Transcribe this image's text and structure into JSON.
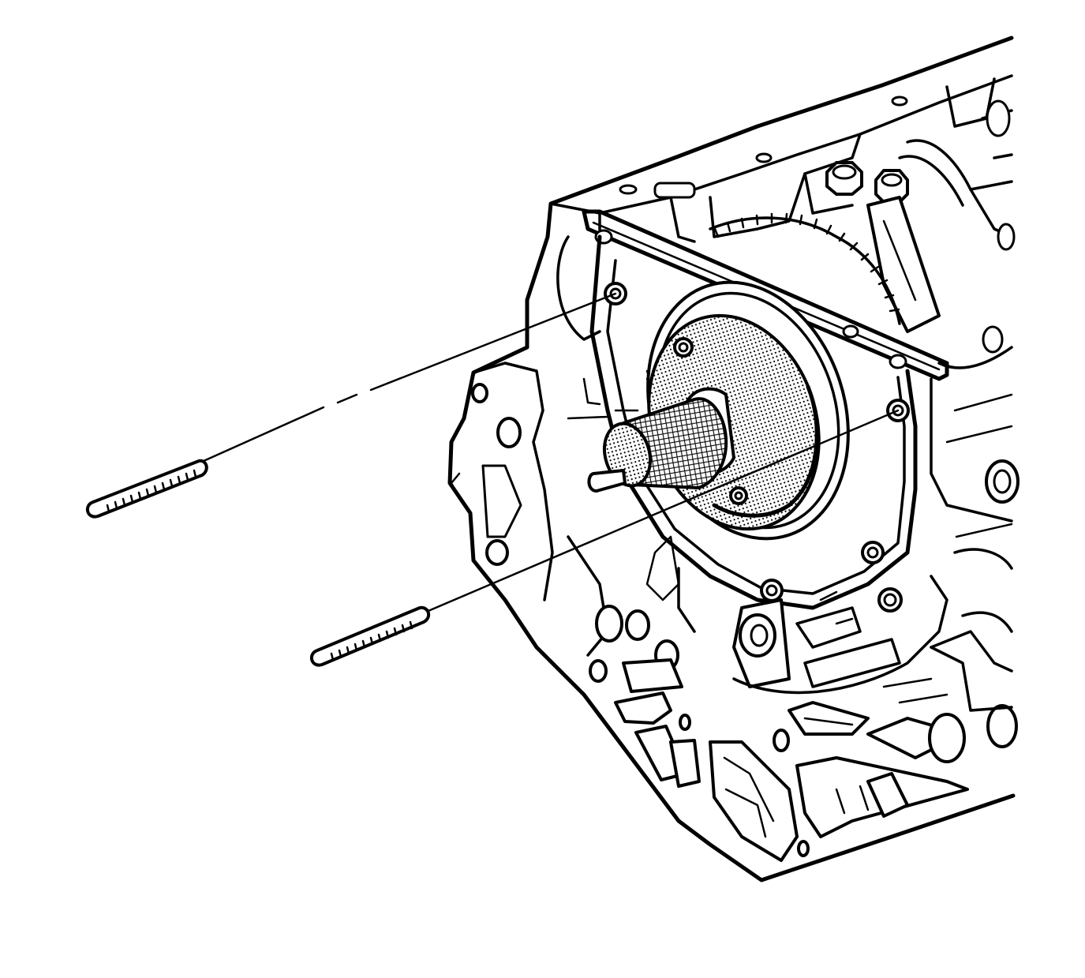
{
  "diagram": {
    "colors": {
      "line": "#000000",
      "background": "#ffffff"
    },
    "parts": [
      {
        "id": "engine-block",
        "kind": "line-art"
      },
      {
        "id": "rear-cover",
        "kind": "line-art"
      },
      {
        "id": "seal-installer",
        "kind": "line-art"
      },
      {
        "id": "bolt-upper",
        "kind": "line-art"
      },
      {
        "id": "bolt-lower",
        "kind": "line-art"
      }
    ]
  }
}
